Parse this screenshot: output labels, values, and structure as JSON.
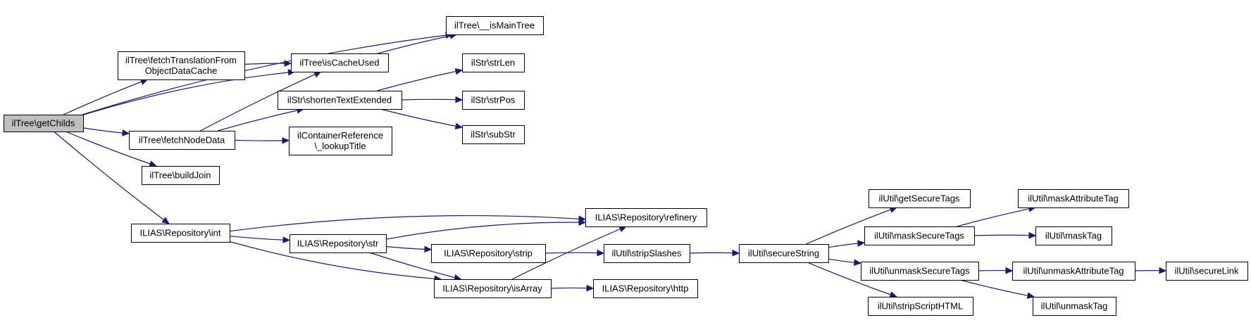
{
  "colors": {
    "edge": "#191970",
    "node_border": "#000000",
    "node_fill": "#ffffff",
    "root_fill": "#bfbfbf"
  },
  "nodes": [
    {
      "id": "getChilds",
      "lines": [
        "ilTree\\getChilds"
      ],
      "root": true
    },
    {
      "id": "isMainTree",
      "lines": [
        "ilTree\\__isMainTree"
      ]
    },
    {
      "id": "fetchTranslation",
      "lines": [
        "ilTree\\fetchTranslationFrom",
        "ObjectDataCache"
      ]
    },
    {
      "id": "isCacheUsed",
      "lines": [
        "ilTree\\isCacheUsed"
      ]
    },
    {
      "id": "strLen",
      "lines": [
        "ilStr\\strLen"
      ]
    },
    {
      "id": "shortenTextExtended",
      "lines": [
        "ilStr\\shortenTextExtended"
      ]
    },
    {
      "id": "strPos",
      "lines": [
        "ilStr\\strPos"
      ]
    },
    {
      "id": "fetchNodeData",
      "lines": [
        "ilTree\\fetchNodeData"
      ]
    },
    {
      "id": "subStr",
      "lines": [
        "ilStr\\subStr"
      ]
    },
    {
      "id": "lookupTitle",
      "lines": [
        "ilContainerReference",
        "\\_lookupTitle"
      ]
    },
    {
      "id": "buildJoin",
      "lines": [
        "ilTree\\buildJoin"
      ]
    },
    {
      "id": "repoInt",
      "lines": [
        "ILIAS\\Repository\\int"
      ]
    },
    {
      "id": "refinery",
      "lines": [
        "ILIAS\\Repository\\refinery"
      ]
    },
    {
      "id": "repoStr",
      "lines": [
        "ILIAS\\Repository\\str"
      ]
    },
    {
      "id": "repoStrip",
      "lines": [
        "ILIAS\\Repository\\strip"
      ]
    },
    {
      "id": "stripSlashes",
      "lines": [
        "ilUtil\\stripSlashes"
      ]
    },
    {
      "id": "isArray",
      "lines": [
        "ILIAS\\Repository\\isArray"
      ]
    },
    {
      "id": "http",
      "lines": [
        "ILIAS\\Repository\\http"
      ]
    },
    {
      "id": "secureString",
      "lines": [
        "ilUtil\\secureString"
      ]
    },
    {
      "id": "getSecureTags",
      "lines": [
        "ilUtil\\getSecureTags"
      ]
    },
    {
      "id": "maskSecureTags",
      "lines": [
        "ilUtil\\maskSecureTags"
      ]
    },
    {
      "id": "unmaskSecureTags",
      "lines": [
        "ilUtil\\unmaskSecureTags"
      ]
    },
    {
      "id": "stripScriptHTML",
      "lines": [
        "ilUtil\\stripScriptHTML"
      ]
    },
    {
      "id": "maskAttributeTag",
      "lines": [
        "ilUtil\\maskAttributeTag"
      ]
    },
    {
      "id": "maskTag",
      "lines": [
        "ilUtil\\maskTag"
      ]
    },
    {
      "id": "unmaskAttributeTag",
      "lines": [
        "ilUtil\\unmaskAttributeTag"
      ]
    },
    {
      "id": "unmaskTag",
      "lines": [
        "ilUtil\\unmaskTag"
      ]
    },
    {
      "id": "secureLink",
      "lines": [
        "ilUtil\\secureLink"
      ]
    }
  ],
  "edges": [
    [
      "getChilds",
      "isMainTree"
    ],
    [
      "getChilds",
      "fetchTranslation"
    ],
    [
      "getChilds",
      "isCacheUsed"
    ],
    [
      "getChilds",
      "fetchNodeData"
    ],
    [
      "getChilds",
      "buildJoin"
    ],
    [
      "getChilds",
      "repoInt"
    ],
    [
      "fetchTranslation",
      "isCacheUsed"
    ],
    [
      "isCacheUsed",
      "isMainTree"
    ],
    [
      "shortenTextExtended",
      "strLen"
    ],
    [
      "shortenTextExtended",
      "strPos"
    ],
    [
      "shortenTextExtended",
      "subStr"
    ],
    [
      "fetchNodeData",
      "isCacheUsed"
    ],
    [
      "fetchNodeData",
      "shortenTextExtended"
    ],
    [
      "fetchNodeData",
      "lookupTitle"
    ],
    [
      "repoInt",
      "refinery"
    ],
    [
      "repoInt",
      "repoStr"
    ],
    [
      "repoInt",
      "isArray"
    ],
    [
      "repoStr",
      "refinery"
    ],
    [
      "repoStr",
      "repoStrip"
    ],
    [
      "repoStr",
      "isArray"
    ],
    [
      "repoStrip",
      "stripSlashes"
    ],
    [
      "isArray",
      "refinery"
    ],
    [
      "isArray",
      "http"
    ],
    [
      "stripSlashes",
      "secureString"
    ],
    [
      "secureString",
      "getSecureTags"
    ],
    [
      "secureString",
      "maskSecureTags"
    ],
    [
      "secureString",
      "unmaskSecureTags"
    ],
    [
      "secureString",
      "stripScriptHTML"
    ],
    [
      "maskSecureTags",
      "maskAttributeTag"
    ],
    [
      "maskSecureTags",
      "maskTag"
    ],
    [
      "unmaskSecureTags",
      "unmaskAttributeTag"
    ],
    [
      "unmaskSecureTags",
      "unmaskTag"
    ],
    [
      "unmaskAttributeTag",
      "secureLink"
    ]
  ]
}
